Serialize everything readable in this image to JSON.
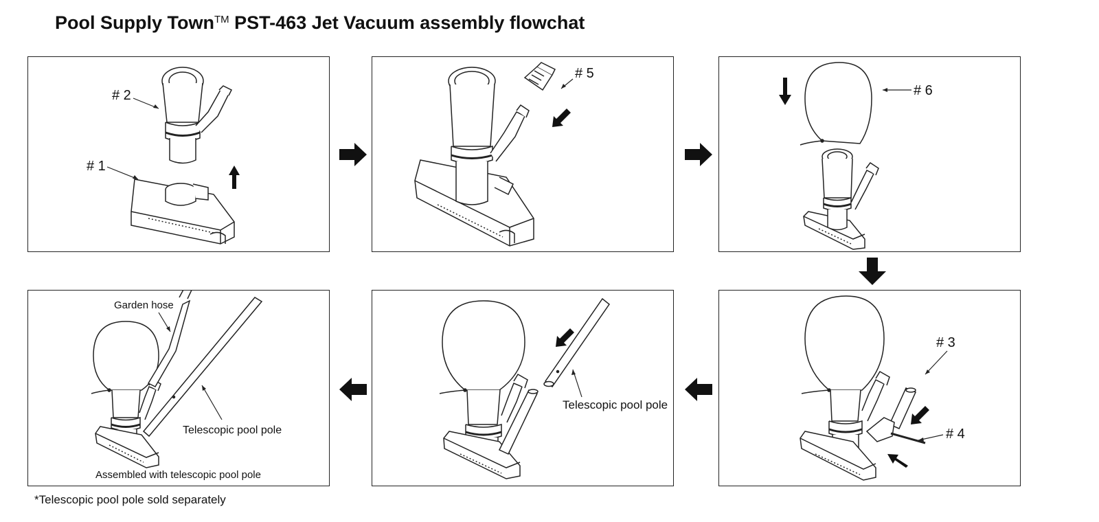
{
  "title": {
    "brand": "Pool Supply Town",
    "tm": "TM",
    "rest": " PST-463 Jet Vacuum assembly flowchat"
  },
  "steps": [
    {
      "labels": [
        "# 2",
        "# 1"
      ]
    },
    {
      "labels": [
        "# 5"
      ]
    },
    {
      "labels": [
        "# 6"
      ]
    },
    {
      "labels": [
        "# 3",
        "# 4"
      ]
    },
    {
      "labels": [
        "Telescopic pool pole"
      ]
    },
    {
      "labels": [
        "Garden hose",
        "Telescopic pool pole",
        "Assembled with telescopic pool pole"
      ]
    }
  ],
  "footnote": "*Telescopic pool pole sold separately",
  "colors": {
    "line": "#222222",
    "arrow": "#111111",
    "background": "#ffffff"
  }
}
